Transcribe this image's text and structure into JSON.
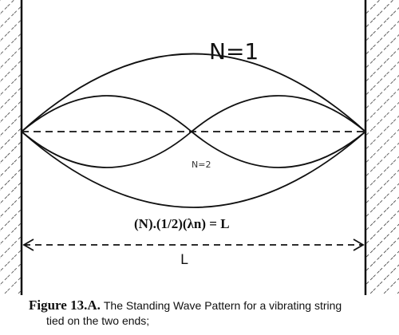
{
  "labels": {
    "mode1": "N=1",
    "mode2": "N=2",
    "formula": "(N).(1/2)(λn) = L",
    "length": "L"
  },
  "caption": {
    "prefix": "Figure 13.A.",
    "line1": "The Standing Wave Pattern for a vibrating string",
    "line2": "tied on the two ends;"
  },
  "colors": {
    "ink": "#111111",
    "background": "#ffffff"
  }
}
